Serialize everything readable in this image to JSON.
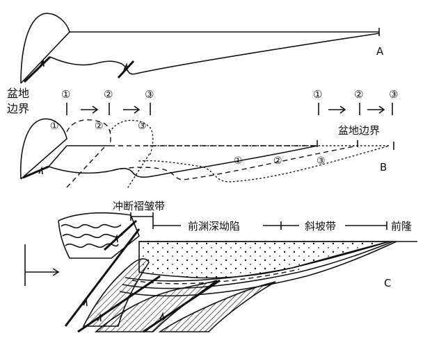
{
  "panel_a": {
    "label": "A"
  },
  "panel_b": {
    "label": "B",
    "basin_edge_left": [
      "盆地",
      "边界"
    ],
    "basin_edge_right": "盆地边界",
    "stages": [
      "①",
      "②",
      "③"
    ]
  },
  "panel_c": {
    "label": "C",
    "zones": {
      "thrust_fold_belt": "冲断褶皱带",
      "foredeep": "前渊深坳陷",
      "slope": "斜坡带",
      "forebulge": "前隆"
    }
  }
}
